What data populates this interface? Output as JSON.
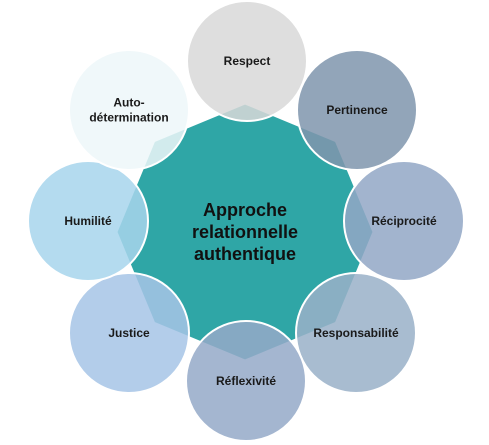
{
  "center": {
    "lines": [
      "Approche",
      "relationnelle",
      "authentique"
    ],
    "color": "#2fa6a6"
  },
  "nodes": [
    {
      "id": "respect",
      "lines": [
        "Respect"
      ],
      "color": "#d9d9d9"
    },
    {
      "id": "pertinence",
      "lines": [
        "Pertinence"
      ],
      "color": "#8096ad"
    },
    {
      "id": "reciprocite",
      "lines": [
        "Réciprocité"
      ],
      "color": "#93a8c6"
    },
    {
      "id": "responsabilite",
      "lines": [
        "Responsabilité"
      ],
      "color": "#9ab1c8"
    },
    {
      "id": "reflexivite",
      "lines": [
        "Réflexivité"
      ],
      "color": "#95aac8"
    },
    {
      "id": "justice",
      "lines": [
        "Justice"
      ],
      "color": "#a7c5e6"
    },
    {
      "id": "humilite",
      "lines": [
        "Humilité"
      ],
      "color": "#a8d5ec"
    },
    {
      "id": "autodetermination",
      "lines": [
        "Auto-",
        "détermination"
      ],
      "color": "#eef7f9"
    }
  ]
}
